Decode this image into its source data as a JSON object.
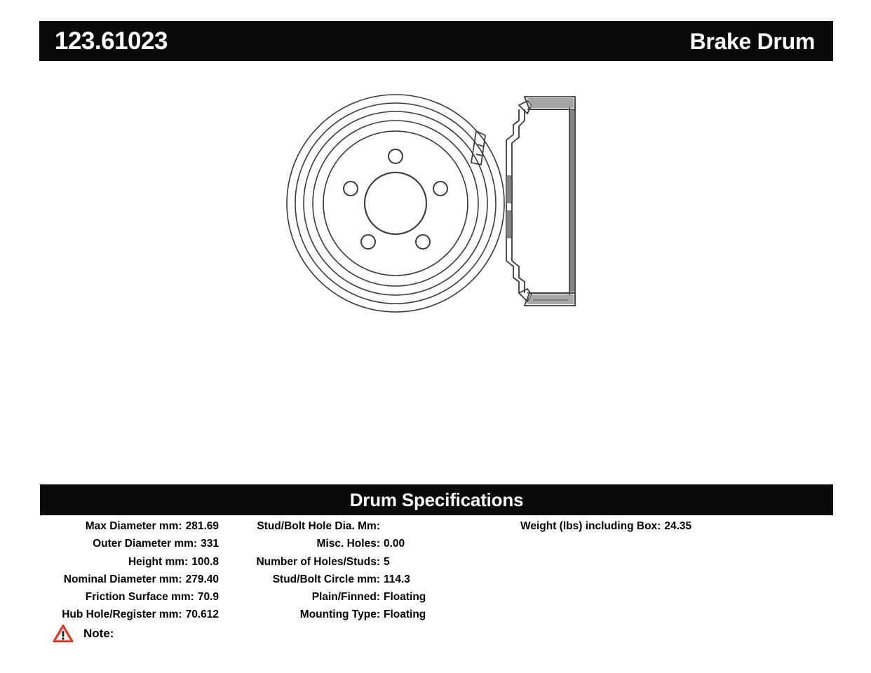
{
  "header": {
    "part_number": "123.61023",
    "product_title": "Brake Drum",
    "bar_color": "#0a0a0a",
    "text_color": "#ffffff"
  },
  "drawing": {
    "name": "brake-drum-technical-drawing",
    "views": [
      "front-view",
      "cross-section-side-view"
    ],
    "line_color": "#3a3a3a",
    "front_view": {
      "concentric_rings": 5,
      "stud_holes": 5,
      "center_hub_hole": true,
      "edge_detail_notch": true
    }
  },
  "specs": {
    "section_title": "Drum Specifications",
    "bar_color": "#0a0a0a",
    "column_1": [
      {
        "label": "Max Diameter mm:",
        "value": "281.69"
      },
      {
        "label": "Outer Diameter mm:",
        "value": "331"
      },
      {
        "label": "Height mm:",
        "value": "100.8"
      },
      {
        "label": "Nominal Diameter mm:",
        "value": "279.40"
      },
      {
        "label": "Friction Surface mm:",
        "value": "70.9"
      },
      {
        "label": "Hub Hole/Register mm:",
        "value": "70.612"
      }
    ],
    "column_2": [
      {
        "label": "Stud/Bolt Hole Dia. Mm:",
        "value": ""
      },
      {
        "label": "Misc. Holes:",
        "value": "0.00"
      },
      {
        "label": "Number of Holes/Studs:",
        "value": "5"
      },
      {
        "label": "Stud/Bolt Circle mm:",
        "value": "114.3"
      },
      {
        "label": "Plain/Finned:",
        "value": "Floating"
      },
      {
        "label": "Mounting Type:",
        "value": "Floating"
      }
    ],
    "column_3": [
      {
        "label": "Weight (lbs) including Box:",
        "value": "24.35"
      }
    ]
  },
  "note": {
    "icon": "warning-triangle-icon",
    "icon_color": "#d93025",
    "label": "Note:",
    "text": ""
  }
}
